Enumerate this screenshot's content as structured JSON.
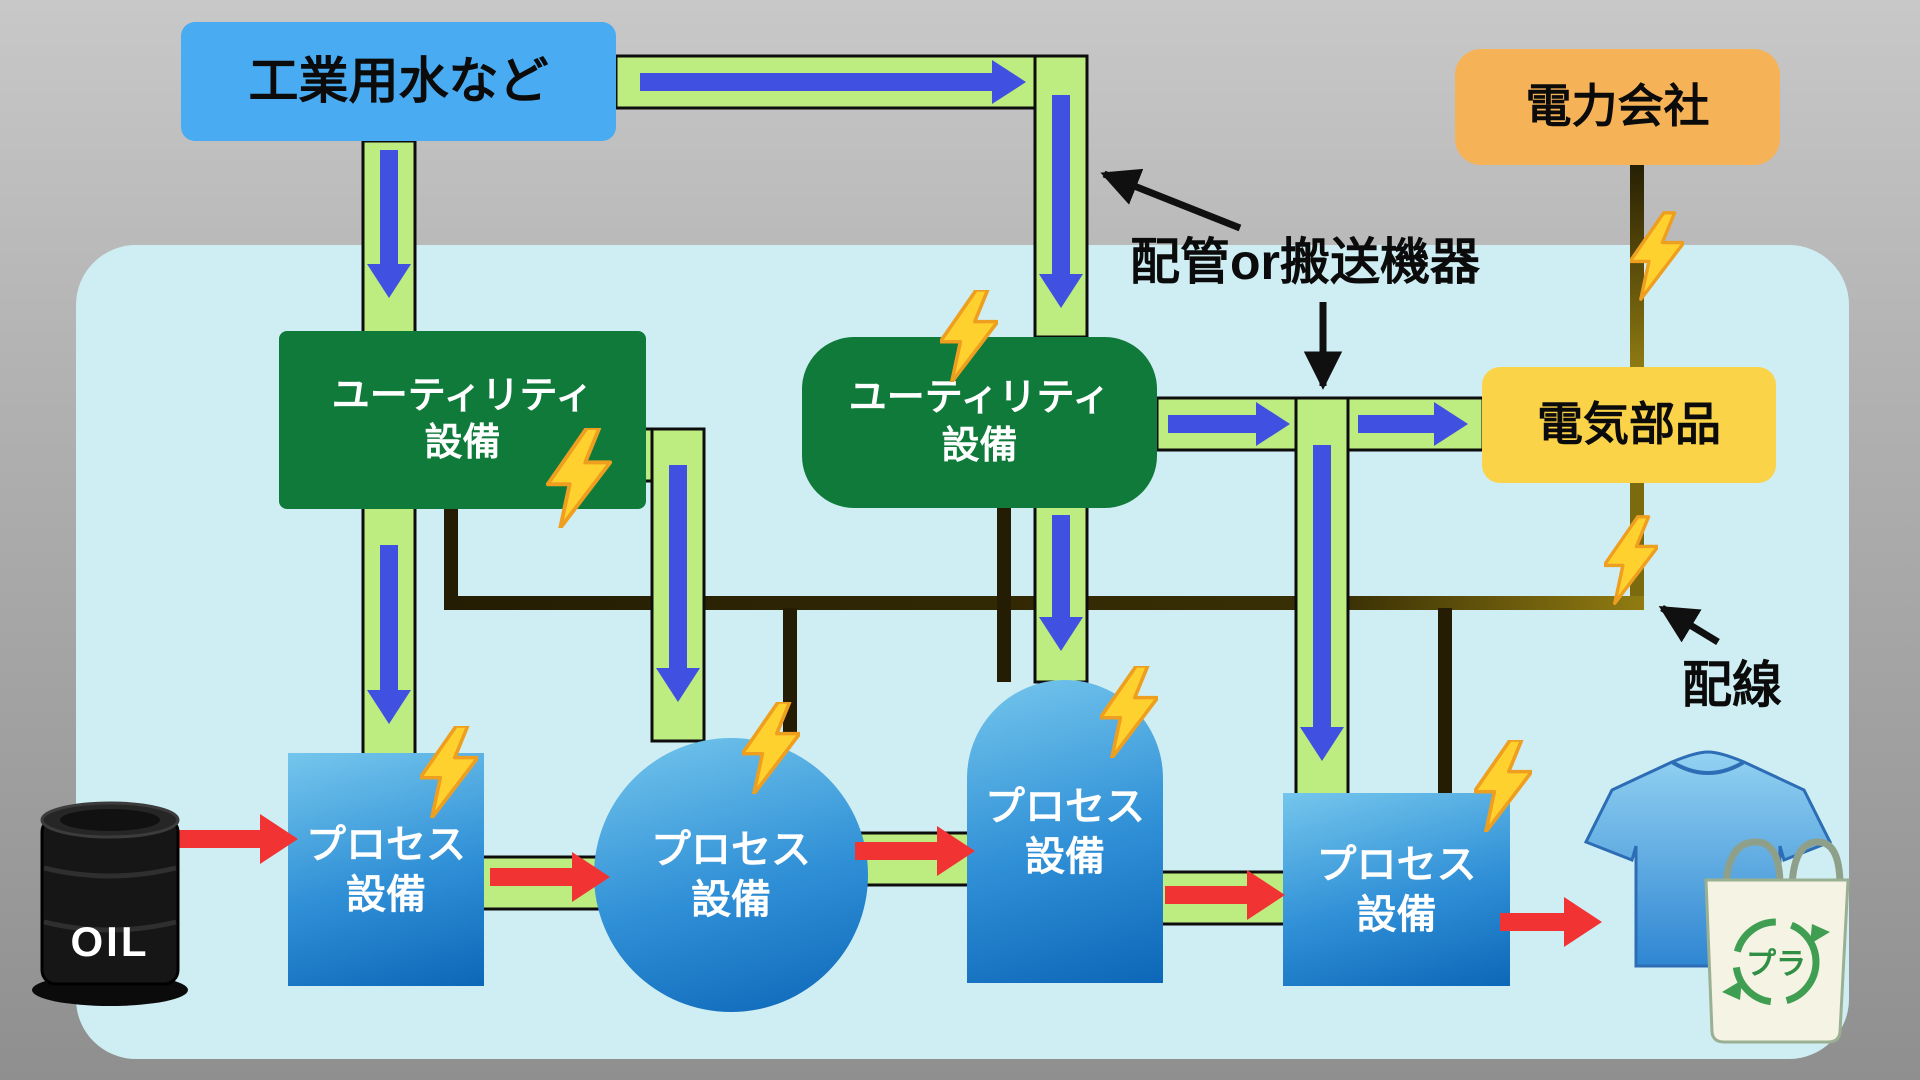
{
  "nodes": {
    "water_source": {
      "label": "工業用水など"
    },
    "power_company": {
      "label": "電力会社"
    },
    "utility_left": {
      "label": "ユーティリティ\n設備"
    },
    "utility_right": {
      "label": "ユーティリティ\n設備"
    },
    "electric_parts": {
      "label": "電気部品"
    },
    "process_1": {
      "label": "プロセス\n設備"
    },
    "process_2": {
      "label": "プロセス\n設備"
    },
    "process_3": {
      "label": "プロセス\n設備"
    },
    "process_4": {
      "label": "プロセス\n設備"
    }
  },
  "annotations": {
    "piping_label": "配管or搬送機器",
    "wiring_label": "配線"
  },
  "illustrations": {
    "oil_label": "OIL",
    "bag_label": "プラ"
  },
  "legend_colors": {
    "pipe_green": "#bdec80",
    "water_arrow_blue": "#4050e0",
    "material_arrow_red": "#f23333",
    "wire_dark": "#241d03",
    "wire_gold": "#917c12",
    "bolt_yellow": "#ffd12e",
    "panel_cyan": "#cfeef3",
    "water_source_blue": "#49abf1",
    "power_company_orange": "#f6b257",
    "electric_parts_yellow": "#fbd348",
    "utility_green": "#0f7a3a",
    "process_blue": "#2f8fd6"
  }
}
